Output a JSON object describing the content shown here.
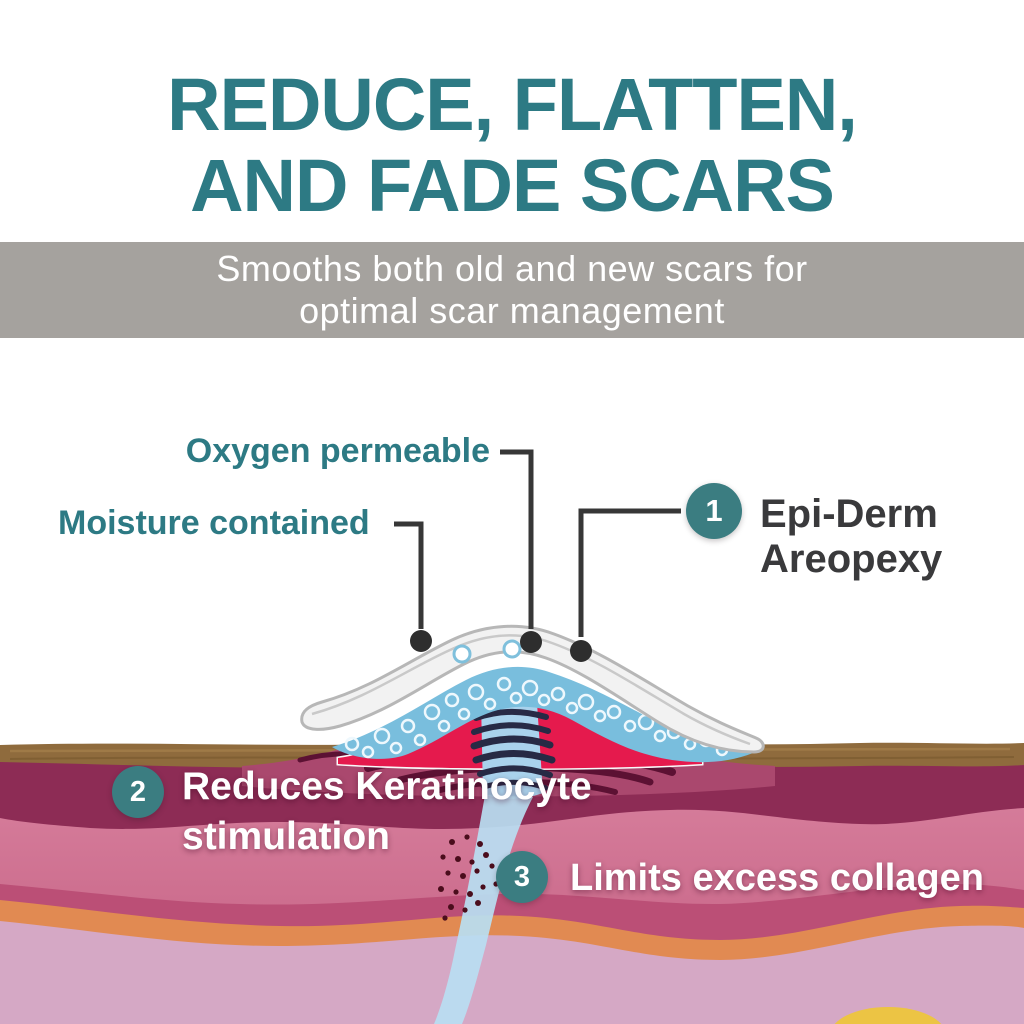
{
  "header": {
    "title_line1": "REDUCE, FLATTEN,",
    "title_line2": "AND FADE SCARS",
    "subtitle_line1": "Smooths both old and new scars for",
    "subtitle_line2": "optimal scar management"
  },
  "diagram": {
    "sheet_labels": {
      "oxygen": "Oxygen permeable",
      "moisture": "Moisture contained"
    },
    "callouts": [
      {
        "number": "1",
        "lines": [
          "Epi-Derm",
          "Areopexy"
        ]
      },
      {
        "number": "2",
        "lines": [
          "Reduces Keratinocyte",
          "stimulation"
        ]
      },
      {
        "number": "3",
        "lines": [
          "Limits excess collagen"
        ]
      }
    ]
  },
  "colors": {
    "accent_teal": "#2d7a84",
    "badge_teal": "#3b7d81",
    "banner_gray": "#a5a29e",
    "scar_red": "#e51a4d",
    "silicone_sheet_gray": "#f2f2f2",
    "oxygen_layer_blue": "#79bedd",
    "arrow_strip_blue": "#b9def2",
    "epidermis_brown": "#8f6b3d",
    "dermis_wine": "#8d2c55",
    "dermis_pink": "#d3789a",
    "fat_orange": "#e18a52",
    "subcutis_lavender": "#d5a8c5",
    "gland_yellow": "#ecc444"
  }
}
